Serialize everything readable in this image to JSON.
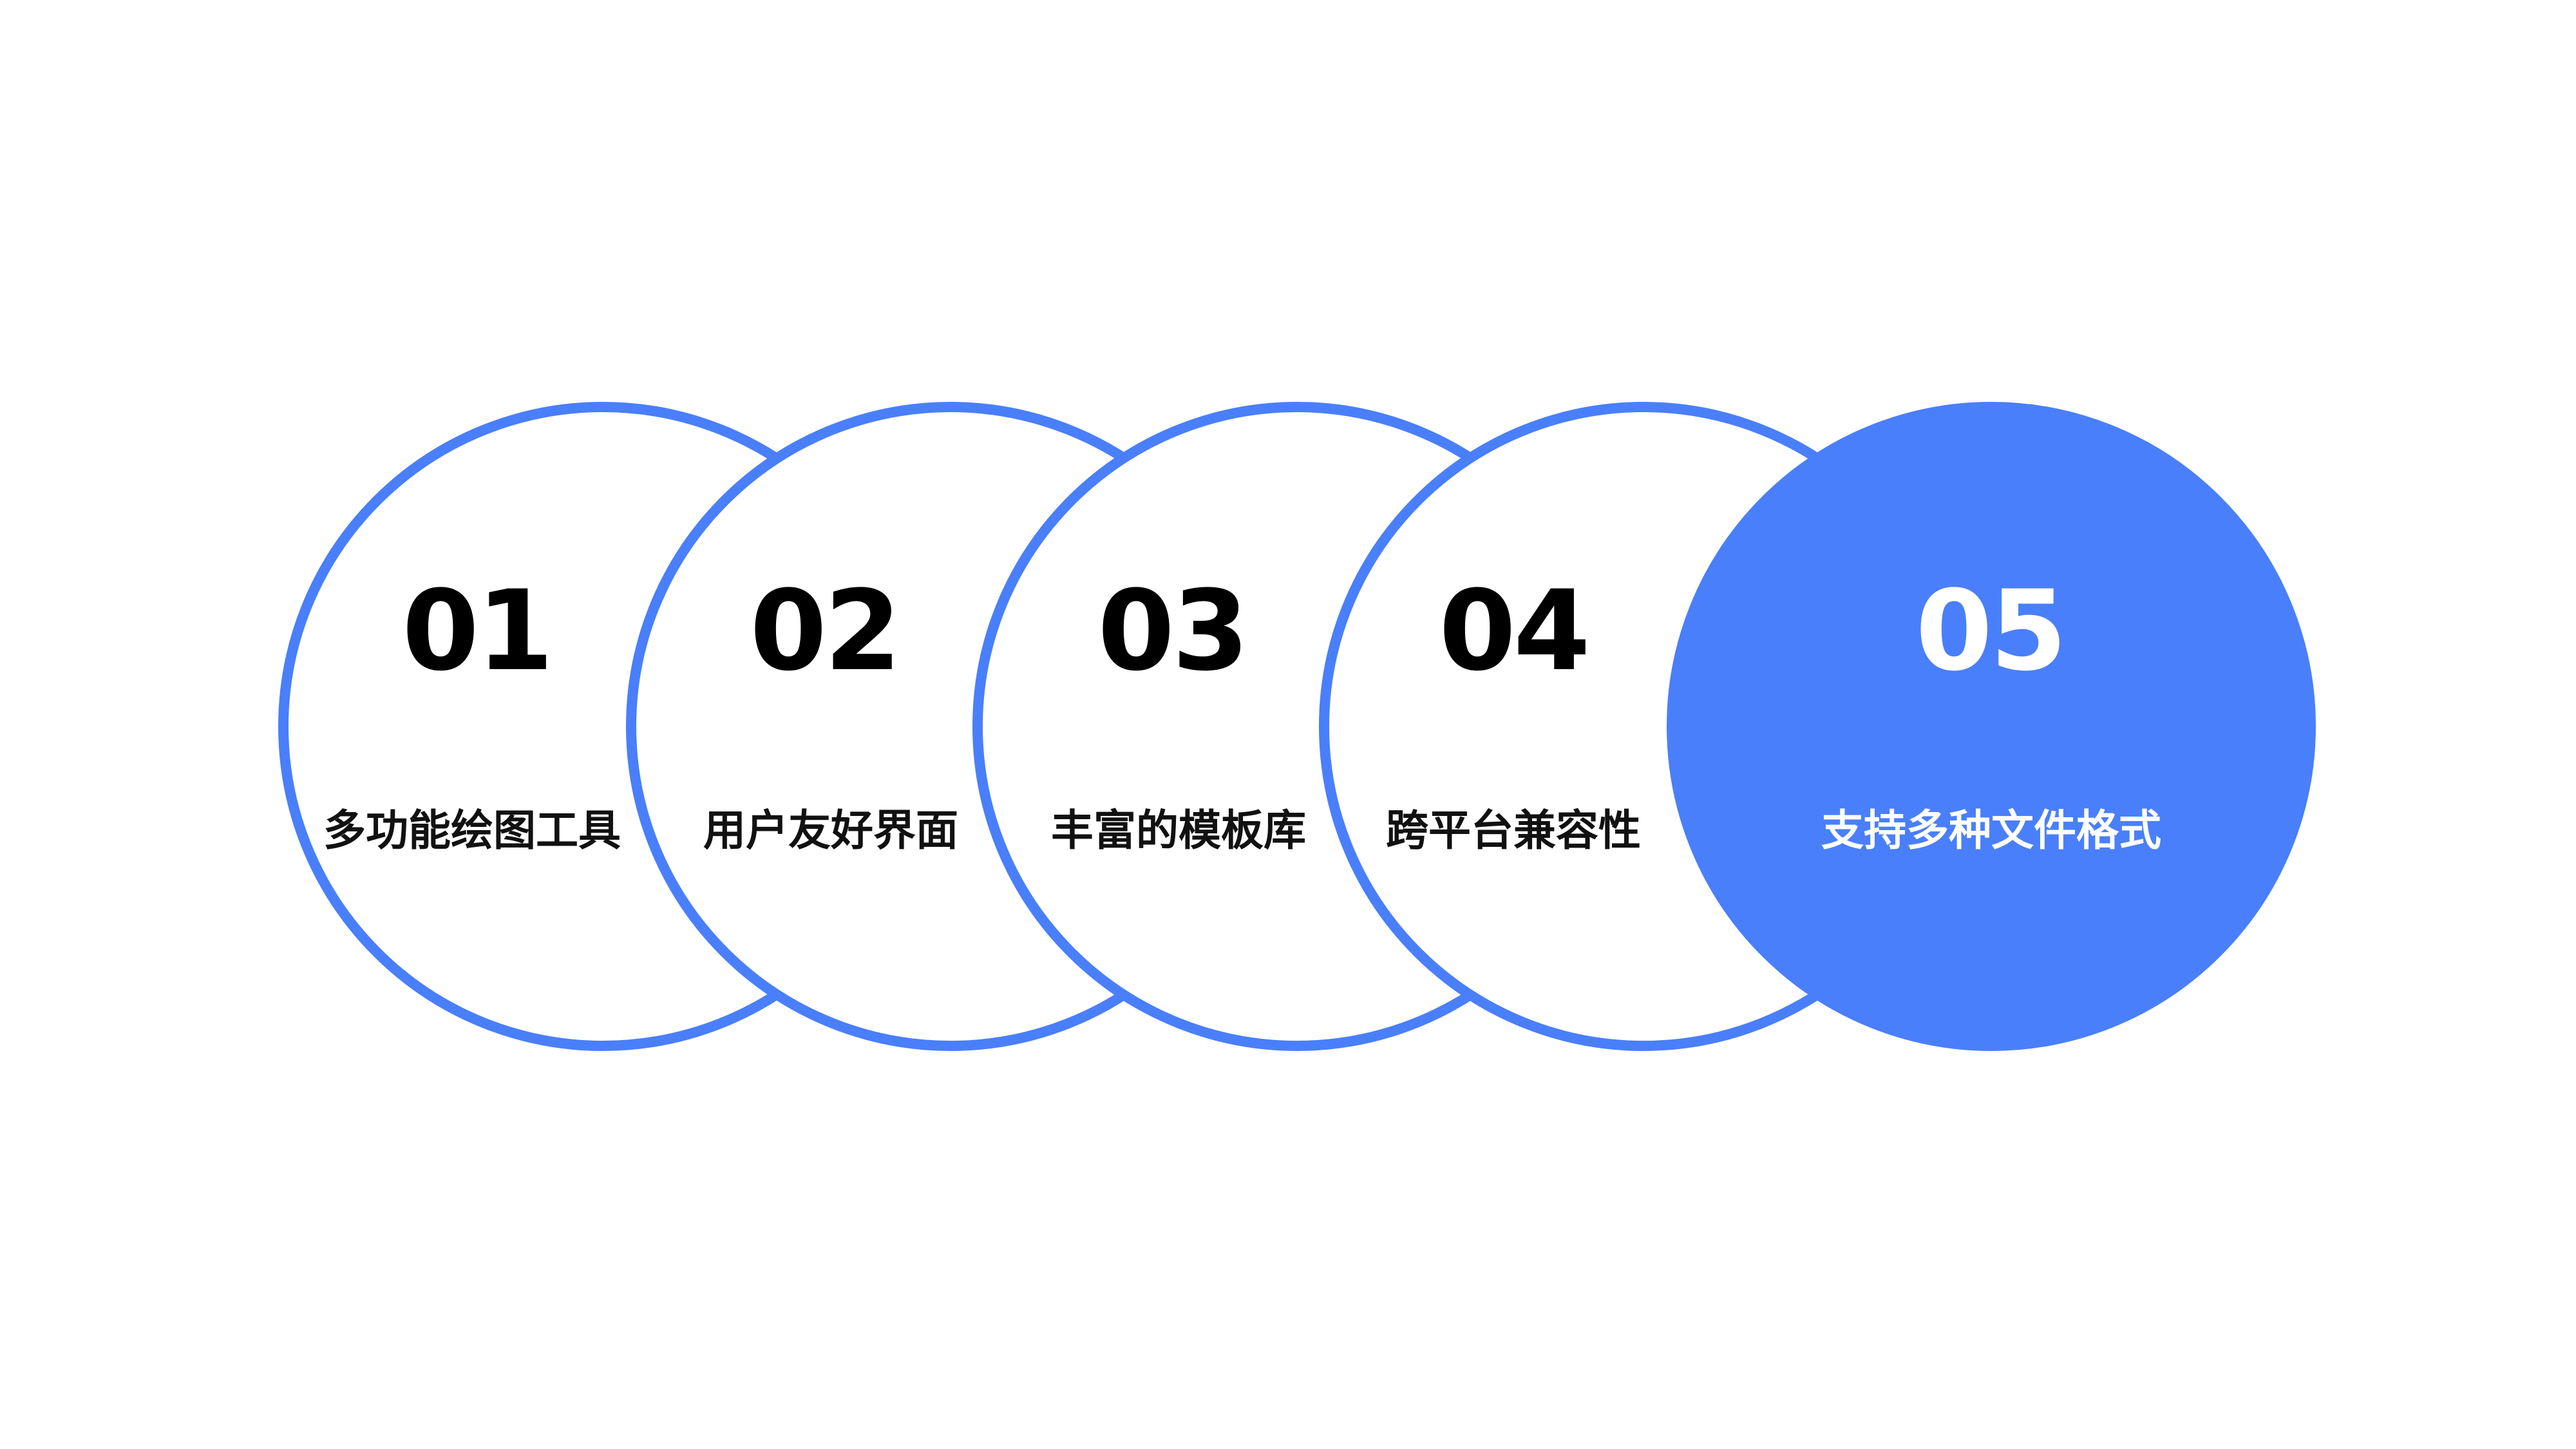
{
  "diagram": {
    "accent_color": "#4a7ffb",
    "items": [
      {
        "number": "01",
        "label": "多功能绘图工具",
        "highlighted": false
      },
      {
        "number": "02",
        "label": "用户友好界面",
        "highlighted": false
      },
      {
        "number": "03",
        "label": "丰富的模板库",
        "highlighted": false
      },
      {
        "number": "04",
        "label": "跨平台兼容性",
        "highlighted": false
      },
      {
        "number": "05",
        "label": "支持多种文件格式",
        "highlighted": true
      }
    ]
  }
}
